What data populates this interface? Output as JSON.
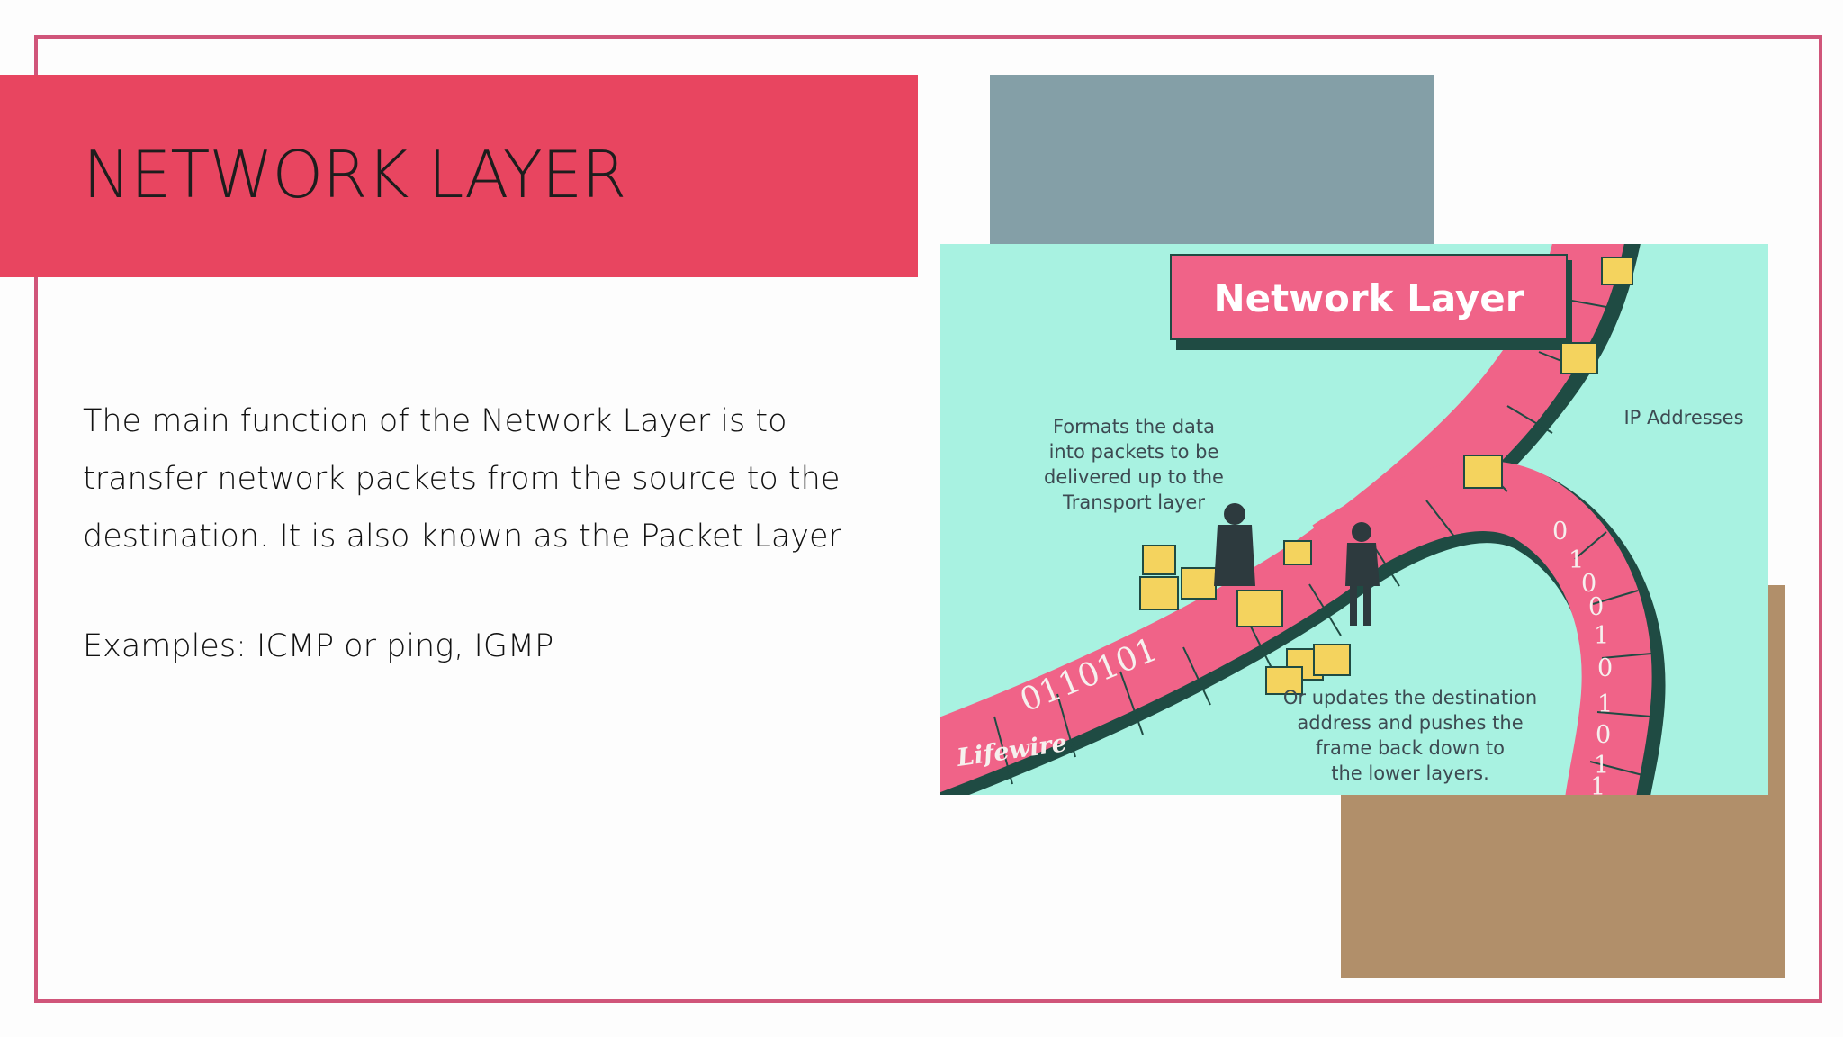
{
  "slide": {
    "title": "NETWORK LAYER",
    "body_text": " The main function of the Network Layer is to transfer network packets from the source to the destination. It is also known as the Packet Layer",
    "examples_text": "Examples: ICMP or ping, IGMP"
  },
  "illustration": {
    "title": "Network Layer",
    "label_left": [
      "Formats the data",
      "into packets to be",
      "delivered up to the",
      "Transport layer"
    ],
    "label_right": "IP Addresses",
    "label_bottom": [
      "Or updates the destination",
      "address and pushes the",
      "frame back down to",
      "the lower layers."
    ],
    "bits_main": "0110101",
    "bits_curve": "0100101011",
    "brand": "Lifewire"
  },
  "colors": {
    "frame_border": "#d0557a",
    "title_band": "#e84560",
    "deco_gray": "#849fa7",
    "deco_tan": "#b18f6a",
    "illustration_bg": "#a8f2e1",
    "road": "#f06388",
    "road_edge": "#1f4b43",
    "box": "#f4d35e"
  }
}
